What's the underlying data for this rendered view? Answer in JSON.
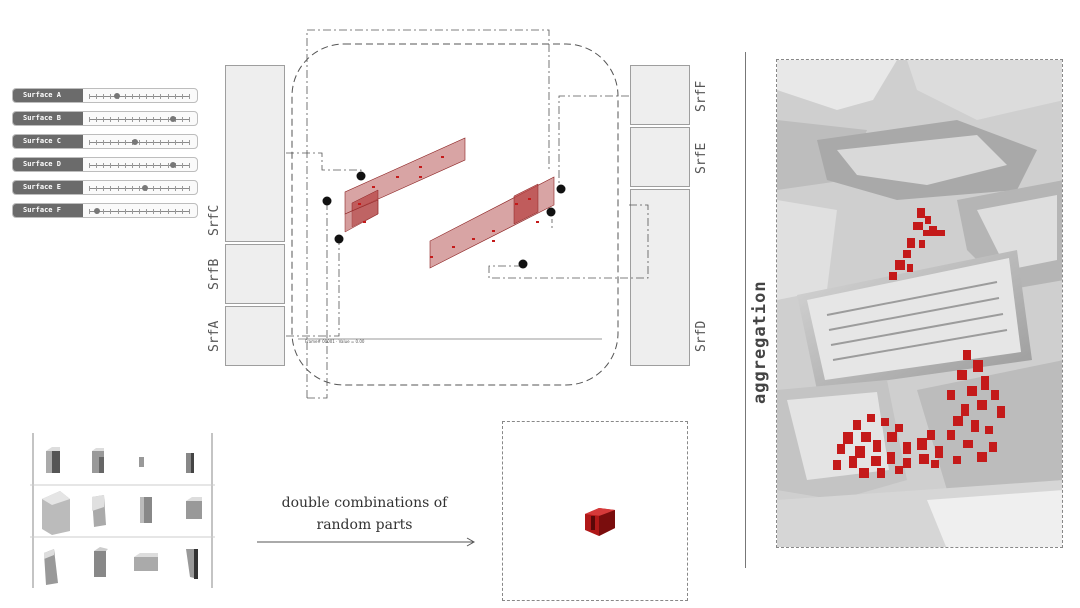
{
  "sliders": [
    {
      "label": "Surface A",
      "value": 0.28
    },
    {
      "label": "Surface B",
      "value": 0.84
    },
    {
      "label": "Surface C",
      "value": 0.46
    },
    {
      "label": "Surface D",
      "value": 0.84
    },
    {
      "label": "Surface E",
      "value": 0.56
    },
    {
      "label": "Surface F",
      "value": 0.08
    }
  ],
  "left_panels": [
    {
      "label": "SrfC"
    },
    {
      "label": "SrfB"
    },
    {
      "label": "SrfA"
    }
  ],
  "right_panels": [
    {
      "label": "SrfF"
    },
    {
      "label": "SrfE"
    },
    {
      "label": "SrfD"
    }
  ],
  "viewport": {
    "footer_text": "Frame# 00001 · Value = 0.00"
  },
  "caption": {
    "line1": "double combinations of",
    "line2": "random parts"
  },
  "aggregation_label": "aggregation",
  "colors": {
    "accent_red": "#c41a1a",
    "panel_fill": "#eeeeee",
    "slider_label_bg": "#6b6b6b"
  },
  "icons": [
    "part-block-icon",
    "red-part-icon"
  ]
}
